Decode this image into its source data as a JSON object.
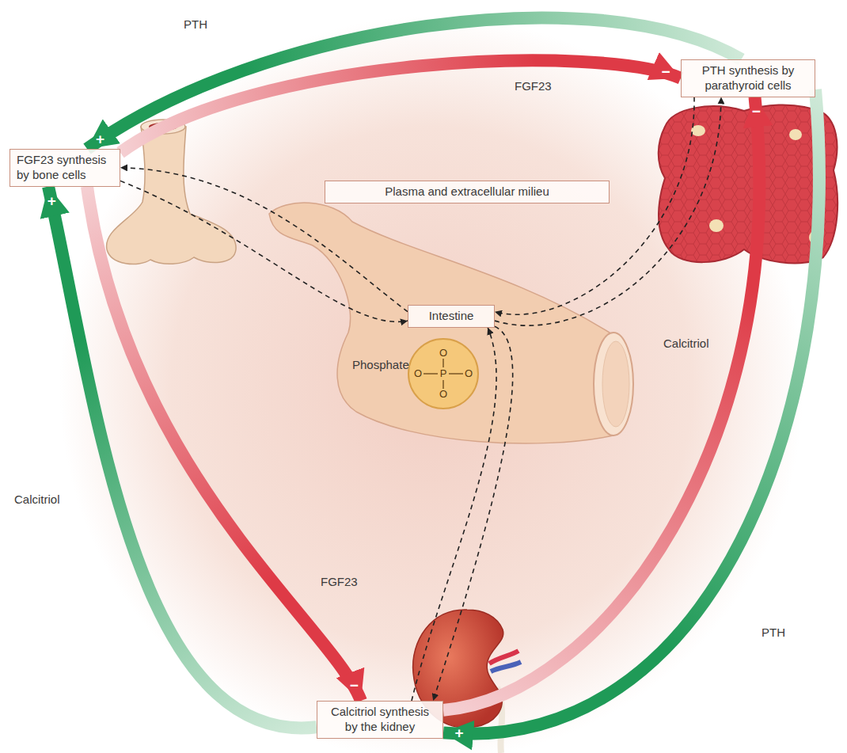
{
  "diagram": {
    "nodes": [
      {
        "text": [
          "FGF23 synthesis by bone cells"
        ]
      },
      {
        "text": [
          "PTH synthesis by parathyroid cells"
        ]
      },
      {
        "text": [
          "Plasma and extracellular milieu"
        ]
      },
      {
        "text": [
          "Intestine"
        ]
      },
      {
        "text": [
          "Calcitriol synthesis by the kidney"
        ]
      }
    ],
    "edges": [
      {
        "from": 1,
        "to": 0,
        "label": "PTH",
        "arrow": "to"
      },
      {
        "from": 0,
        "to": 1,
        "label": "FGF23",
        "arrow": "to"
      },
      {
        "from": 4,
        "to": 0,
        "label": "Calcitriol",
        "arrow": "to"
      },
      {
        "from": 0,
        "to": 4,
        "label": "FGF23",
        "arrow": "to"
      },
      {
        "from": 4,
        "to": 1,
        "label": "Calcitriol",
        "arrow": "to"
      },
      {
        "from": 1,
        "to": 4,
        "label": "PTH",
        "arrow": "to"
      },
      {
        "from": 0,
        "to": 3,
        "arrow": "to"
      },
      {
        "from": 3,
        "to": 0,
        "arrow": "to"
      },
      {
        "from": 1,
        "to": 3,
        "arrow": "to"
      },
      {
        "from": 3,
        "to": 1,
        "arrow": "to"
      },
      {
        "from": 4,
        "to": 3,
        "arrow": "to"
      },
      {
        "from": 3,
        "to": 4,
        "arrow": "to"
      }
    ],
    "labels": [
      "Phosphate",
      "O",
      "O",
      "P",
      "O",
      "O",
      "+",
      "−",
      "+",
      "−",
      "−",
      "+"
    ]
  }
}
